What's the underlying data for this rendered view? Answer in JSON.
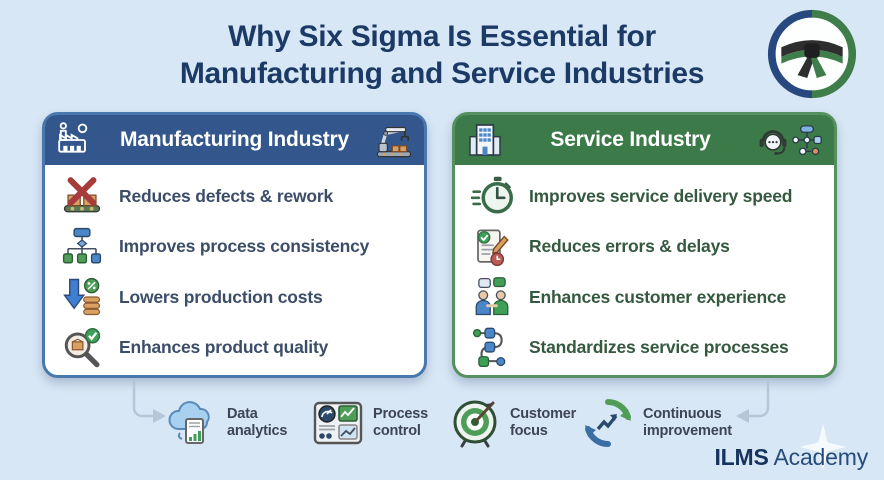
{
  "title": {
    "line1": "Why Six Sigma Is Essential for",
    "line2": "Manufacturing and Service Industries"
  },
  "logo": {
    "name": "six-sigma-black-belt-badge",
    "ring_left": "#27497f",
    "ring_right": "#3f7d4a"
  },
  "manufacturing": {
    "header": "Manufacturing Industry",
    "header_color": "#33578d",
    "text_color": "#3c4d68",
    "items": [
      {
        "icon": "defects-rework-icon",
        "label": "Reduces defects & rework"
      },
      {
        "icon": "process-flowchart-icon",
        "label": "Improves process consistency"
      },
      {
        "icon": "cost-down-icon",
        "label": "Lowers production costs"
      },
      {
        "icon": "quality-magnifier-icon",
        "label": "Enhances product quality"
      }
    ]
  },
  "service": {
    "header": "Service Industry",
    "header_color": "#3c7b49",
    "text_color": "#35593f",
    "items": [
      {
        "icon": "stopwatch-icon",
        "label": "Improves service delivery speed"
      },
      {
        "icon": "document-pencil-icon",
        "label": "Reduces errors & delays"
      },
      {
        "icon": "handshake-people-icon",
        "label": "Enhances customer experience"
      },
      {
        "icon": "process-path-icon",
        "label": "Standardizes service processes"
      }
    ]
  },
  "footer": {
    "items": [
      {
        "icon": "cloud-analytics-icon",
        "line1": "Data",
        "line2": "analytics"
      },
      {
        "icon": "control-dashboard-icon",
        "line1": "Process",
        "line2": "control"
      },
      {
        "icon": "target-dart-icon",
        "line1": "Customer",
        "line2": "focus"
      },
      {
        "icon": "cycle-arrows-icon",
        "line1": "Continuous",
        "line2": "improvement"
      }
    ]
  },
  "brand": {
    "bold": "ILMS",
    "regular": " Academy"
  },
  "colors": {
    "background": "#d8e7f5",
    "title": "#1c3a66",
    "manufacturing_border": "#4a77ae",
    "service_border": "#55905f",
    "connector": "#b6c6d6"
  }
}
